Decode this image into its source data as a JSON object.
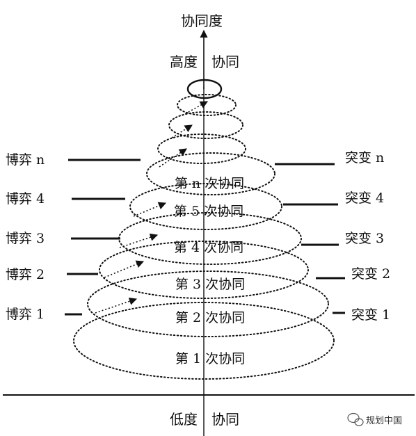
{
  "axis": {
    "title": "协同度",
    "high_left": "高度",
    "high_right": "协同",
    "low_left": "低度",
    "low_right": "协同"
  },
  "stages": [
    "第 1 次协同",
    "第 2 次协同",
    "第 3 次协同",
    "第 4 次协同",
    "第 5 次协同",
    "第 n 次协同"
  ],
  "games": [
    "博弈 1",
    "博弈 2",
    "博弈 3",
    "博弈 4",
    "博弈 n"
  ],
  "mutations": [
    "突变 1",
    "突变 2",
    "突变 3",
    "突变 4",
    "突变 n"
  ],
  "watermark": "规划中国",
  "colors": {
    "ink": "#111111",
    "background": "#ffffff"
  }
}
